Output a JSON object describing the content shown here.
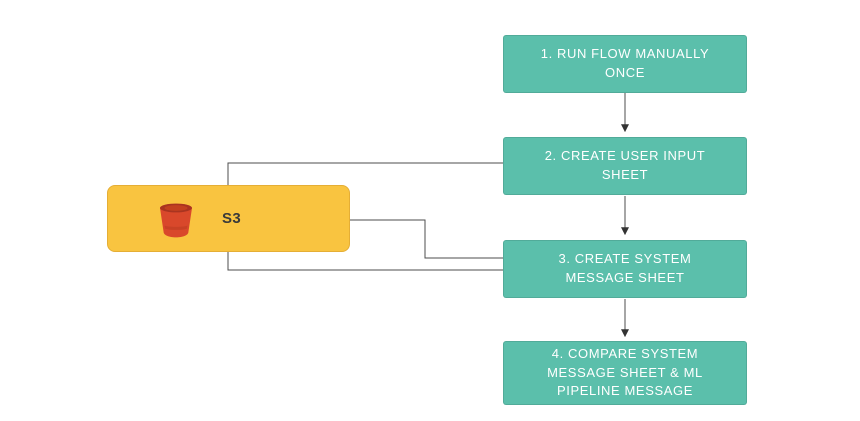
{
  "diagram": {
    "steps": [
      {
        "id": "step-1",
        "label": "1. RUN FLOW MANUALLY ONCE"
      },
      {
        "id": "step-2",
        "label": "2. CREATE USER INPUT SHEET"
      },
      {
        "id": "step-3",
        "label": "3. CREATE SYSTEM MESSAGE SHEET"
      },
      {
        "id": "step-4",
        "label": "4. COMPARE SYSTEM MESSAGE SHEET & ML PIPELINE MESSAGE"
      }
    ],
    "s3": {
      "label": "S3",
      "icon": "s3-bucket-icon"
    },
    "edges": [
      {
        "from": "step-1",
        "to": "step-2",
        "style": "arrow"
      },
      {
        "from": "step-2",
        "to": "step-3",
        "style": "arrow"
      },
      {
        "from": "step-3",
        "to": "step-4",
        "style": "arrow"
      },
      {
        "from": "s3",
        "to": "step-2",
        "style": "line",
        "route": "top-left"
      },
      {
        "from": "s3",
        "to": "step-3",
        "style": "line",
        "route": "right"
      },
      {
        "from": "s3",
        "to": "step-3",
        "style": "line",
        "route": "bottom-left"
      }
    ],
    "colors": {
      "step_fill": "#5BBFAB",
      "step_text": "#FFFFFF",
      "s3_fill": "#F9C440",
      "s3_text": "#3A3A3A",
      "bucket_red": "#D9482B",
      "bucket_rim": "#A93420",
      "connector": "#4D4D4D"
    }
  }
}
